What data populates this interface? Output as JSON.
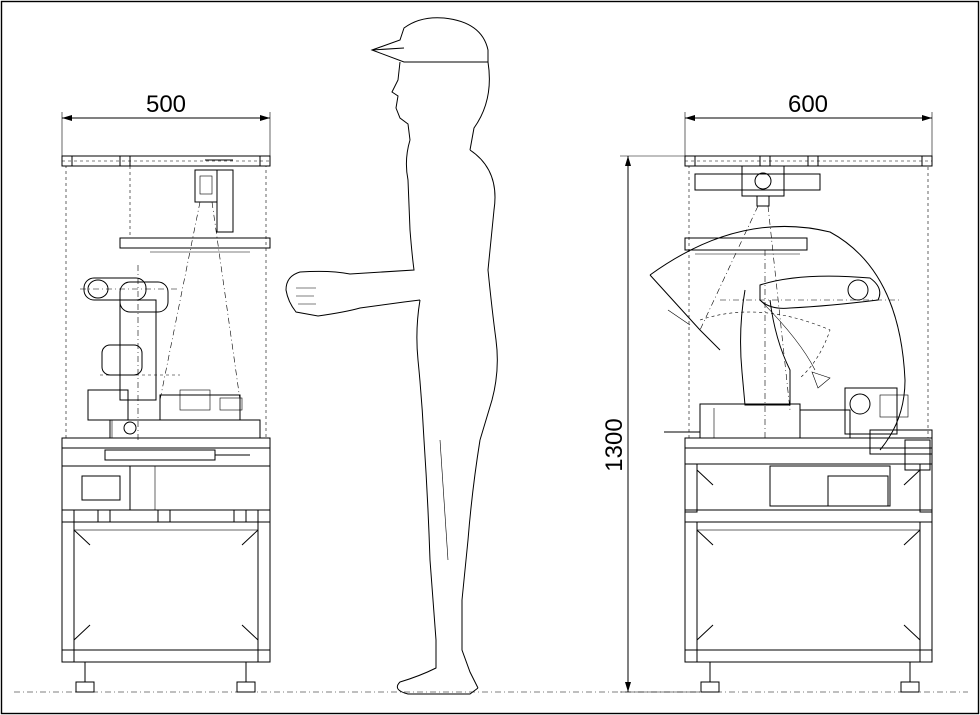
{
  "dimensions": {
    "left_width": "500",
    "right_width": "600",
    "height": "1300"
  }
}
